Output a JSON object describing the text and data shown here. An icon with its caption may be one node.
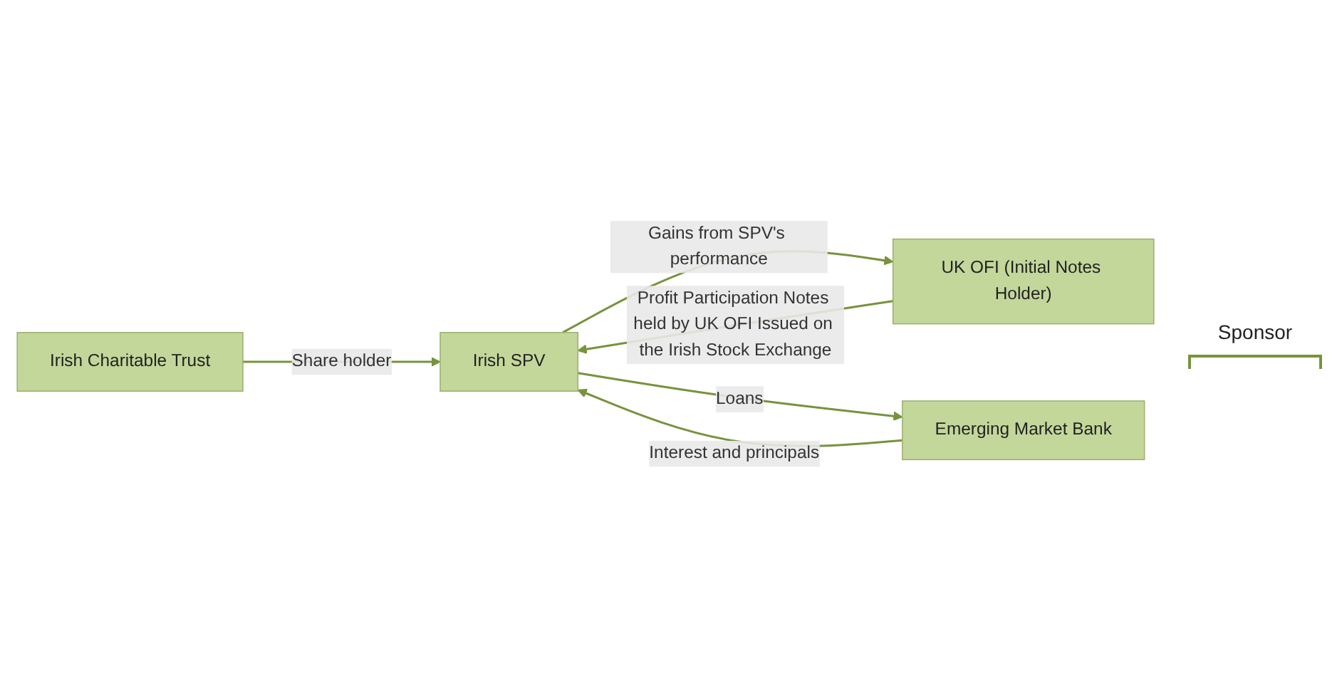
{
  "diagram": {
    "nodes": [
      {
        "text": [
          "Irish Charitable Trust"
        ]
      },
      {
        "text": [
          "UK OFI (Initial Notes Holder)"
        ]
      },
      {
        "text": [
          "Irish SPV"
        ]
      },
      {
        "text": [
          "Emerging Market Bank"
        ]
      }
    ],
    "edges": [
      {
        "from": 0,
        "to": 2,
        "arrow": "to",
        "label": "Share holder"
      },
      {
        "from": 2,
        "to": 1,
        "arrow": "to",
        "label": "Gains from SPV's performance"
      },
      {
        "from": 1,
        "to": 2,
        "arrow": "to",
        "label": "Profit Participation Notes held by UK OFI Issued on the Irish Stock Exchange"
      },
      {
        "from": 3,
        "to": 2,
        "arrow": "to",
        "label": "Interest and principals"
      },
      {
        "from": 2,
        "to": 3,
        "arrow": "to",
        "label": "Loans"
      }
    ],
    "labels": [
      "Sponsor"
    ]
  }
}
